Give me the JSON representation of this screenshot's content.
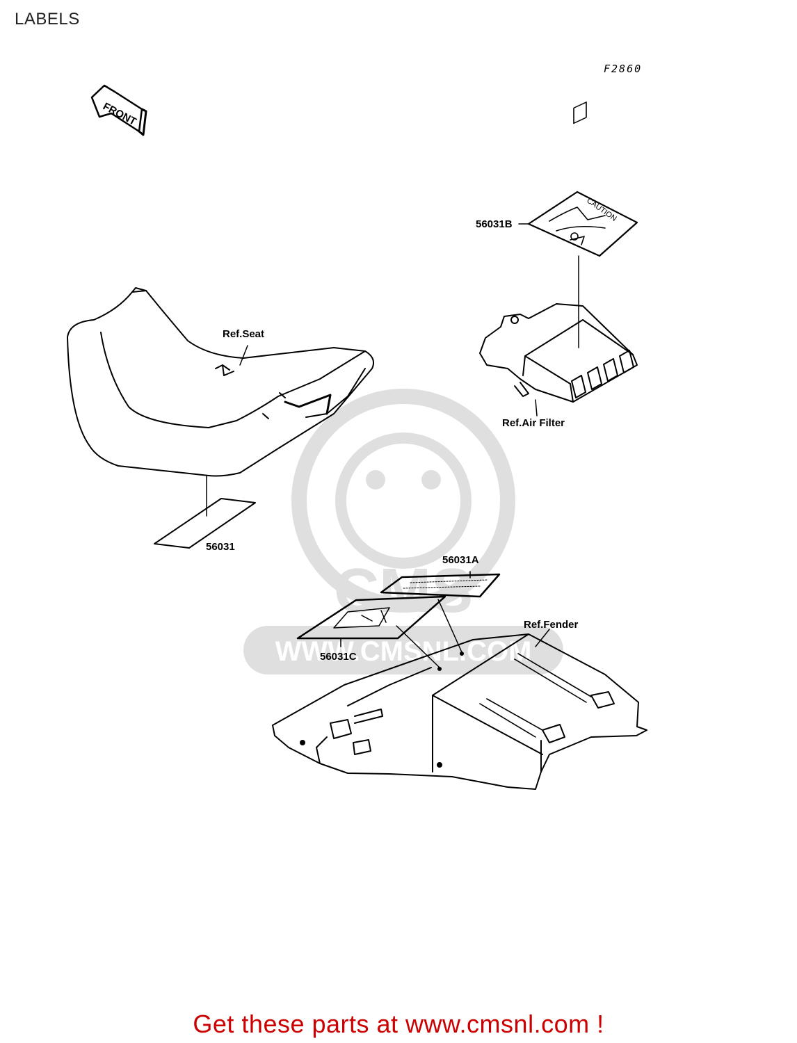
{
  "page": {
    "title": "LABELS",
    "figure_code": "F2860"
  },
  "callouts": {
    "front_arrow": "FRONT",
    "ref_seat": "Ref.Seat",
    "ref_air_filter": "Ref.Air Filter",
    "ref_fender": "Ref.Fender",
    "part_56031": "56031",
    "part_56031a": "56031A",
    "part_56031b": "56031B",
    "part_56031c": "56031C",
    "caution_label": "CAUTION"
  },
  "watermark": {
    "url_text": "WWW.CMSNL.COM",
    "brand": "CMS"
  },
  "footer": {
    "link_text": "Get these parts at www.cmsnl.com !",
    "color": "#cc0000"
  }
}
